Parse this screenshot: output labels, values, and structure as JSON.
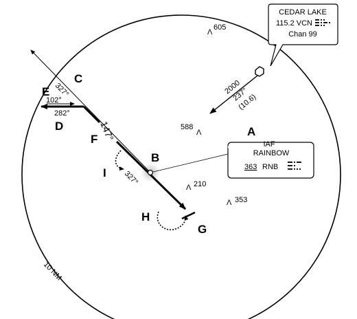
{
  "letters": {
    "A": "A",
    "B": "B",
    "C": "C",
    "D": "D",
    "E": "E",
    "F": "F",
    "G": "G",
    "H": "H",
    "I": "I"
  },
  "bearings": {
    "radial_327": "327°",
    "inbound_102": "102°",
    "outbound_282": "282°",
    "course_147": "147°",
    "holding_327": "327°"
  },
  "approach": {
    "altitude": "2000",
    "radial": "237°",
    "distance": "(10.6)"
  },
  "elevations": {
    "e605": "605",
    "e588": "588",
    "e210": "210",
    "e353": "353"
  },
  "ring_label": "10 NM",
  "vor_box": {
    "name": "CEDAR LAKE",
    "freq_line": "115.2  VCN",
    "channel": "Chan 99"
  },
  "ndb_box": {
    "role": "IAF",
    "name": "RAINBOW",
    "freq": "363",
    "ident": "RNB"
  },
  "colors": {
    "ink": "#000000",
    "background": "#ffffff"
  }
}
